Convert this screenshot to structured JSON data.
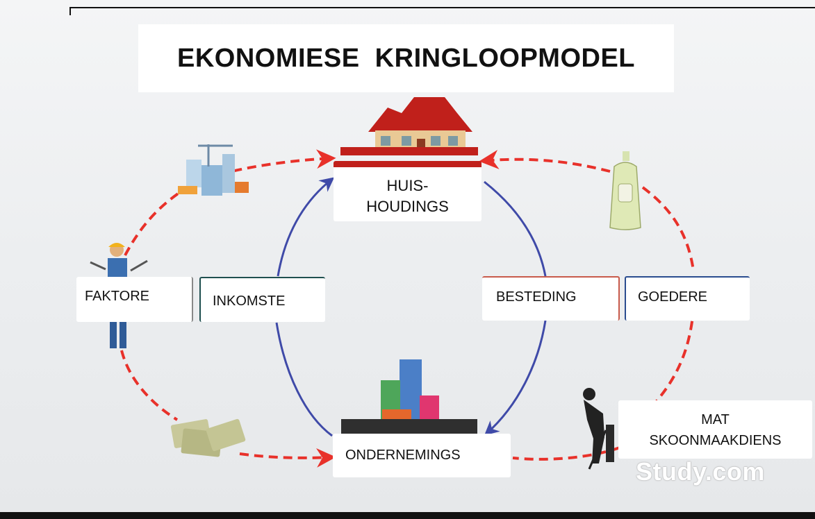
{
  "title": "EKONOMIESE  KRINGLOOPMODEL",
  "nodes": {
    "huishoudings_line1": "HUIS-",
    "huishoudings_line2": "HOUDINGS",
    "ondernemings": "ONDERNEMINGS"
  },
  "labels": {
    "faktore": "FAKTORE",
    "inkomste": "INKOMSTE",
    "besteding": "BESTEDING",
    "goedere": "GOEDERE",
    "mat_line1": "MAT",
    "mat_line2": "SKOONMAAKDIENS"
  },
  "watermark": "Study.com",
  "colors": {
    "outer_flow": "#e8312a",
    "inner_flow": "#3f4aa8",
    "house_roof": "#c0201b",
    "office_base": "#2f2f2f"
  },
  "icons": [
    "house-icon",
    "construction-site-icon",
    "worker-icon",
    "money-icon",
    "office-buildings-icon",
    "detergent-bottle-icon",
    "cleaner-icon"
  ]
}
